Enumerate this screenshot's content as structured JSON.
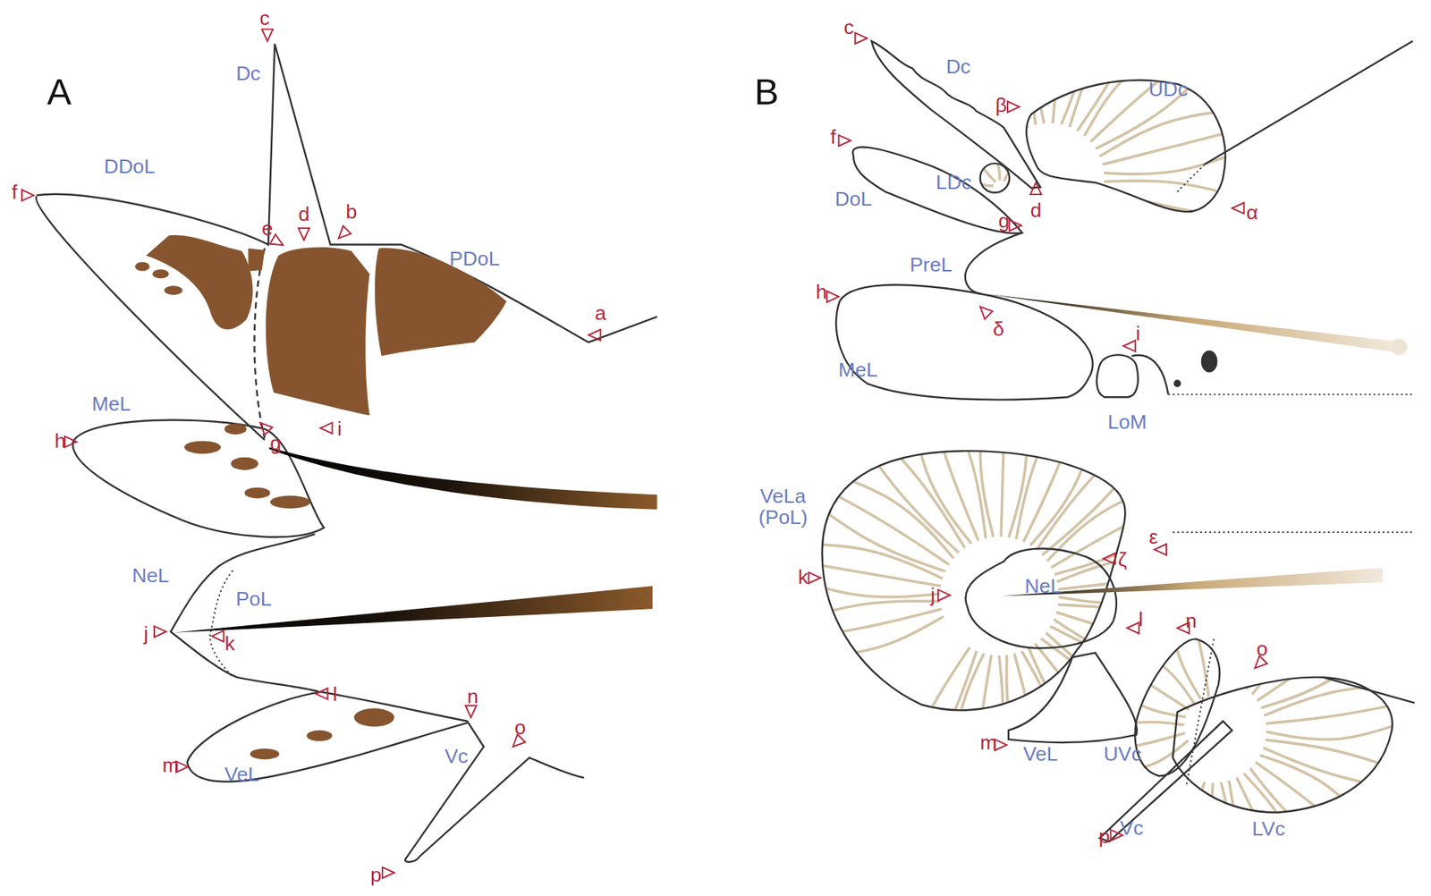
{
  "diagram": {
    "labels": [
      "A",
      "B",
      "Dc",
      "DDoL",
      "PDoL",
      "MeL",
      "NeL",
      "PoL",
      "VeL",
      "Vc",
      "a",
      "b",
      "c",
      "d",
      "e",
      "f",
      "g",
      "h",
      "i",
      "j",
      "k",
      "l",
      "m",
      "n",
      "o",
      "p",
      "Dc",
      "UDc",
      "LDc",
      "DoL",
      "PreL",
      "MeL",
      "LoM",
      "VeLa (PoL)",
      "NeL",
      "VeL",
      "UVc",
      "Vc",
      "LVc",
      "c",
      "β",
      "α",
      "d",
      "f",
      "g",
      "h",
      "δ",
      "i",
      "ε",
      "ζ",
      "k",
      "j",
      "l",
      "n",
      "o",
      "m",
      "p"
    ]
  }
}
